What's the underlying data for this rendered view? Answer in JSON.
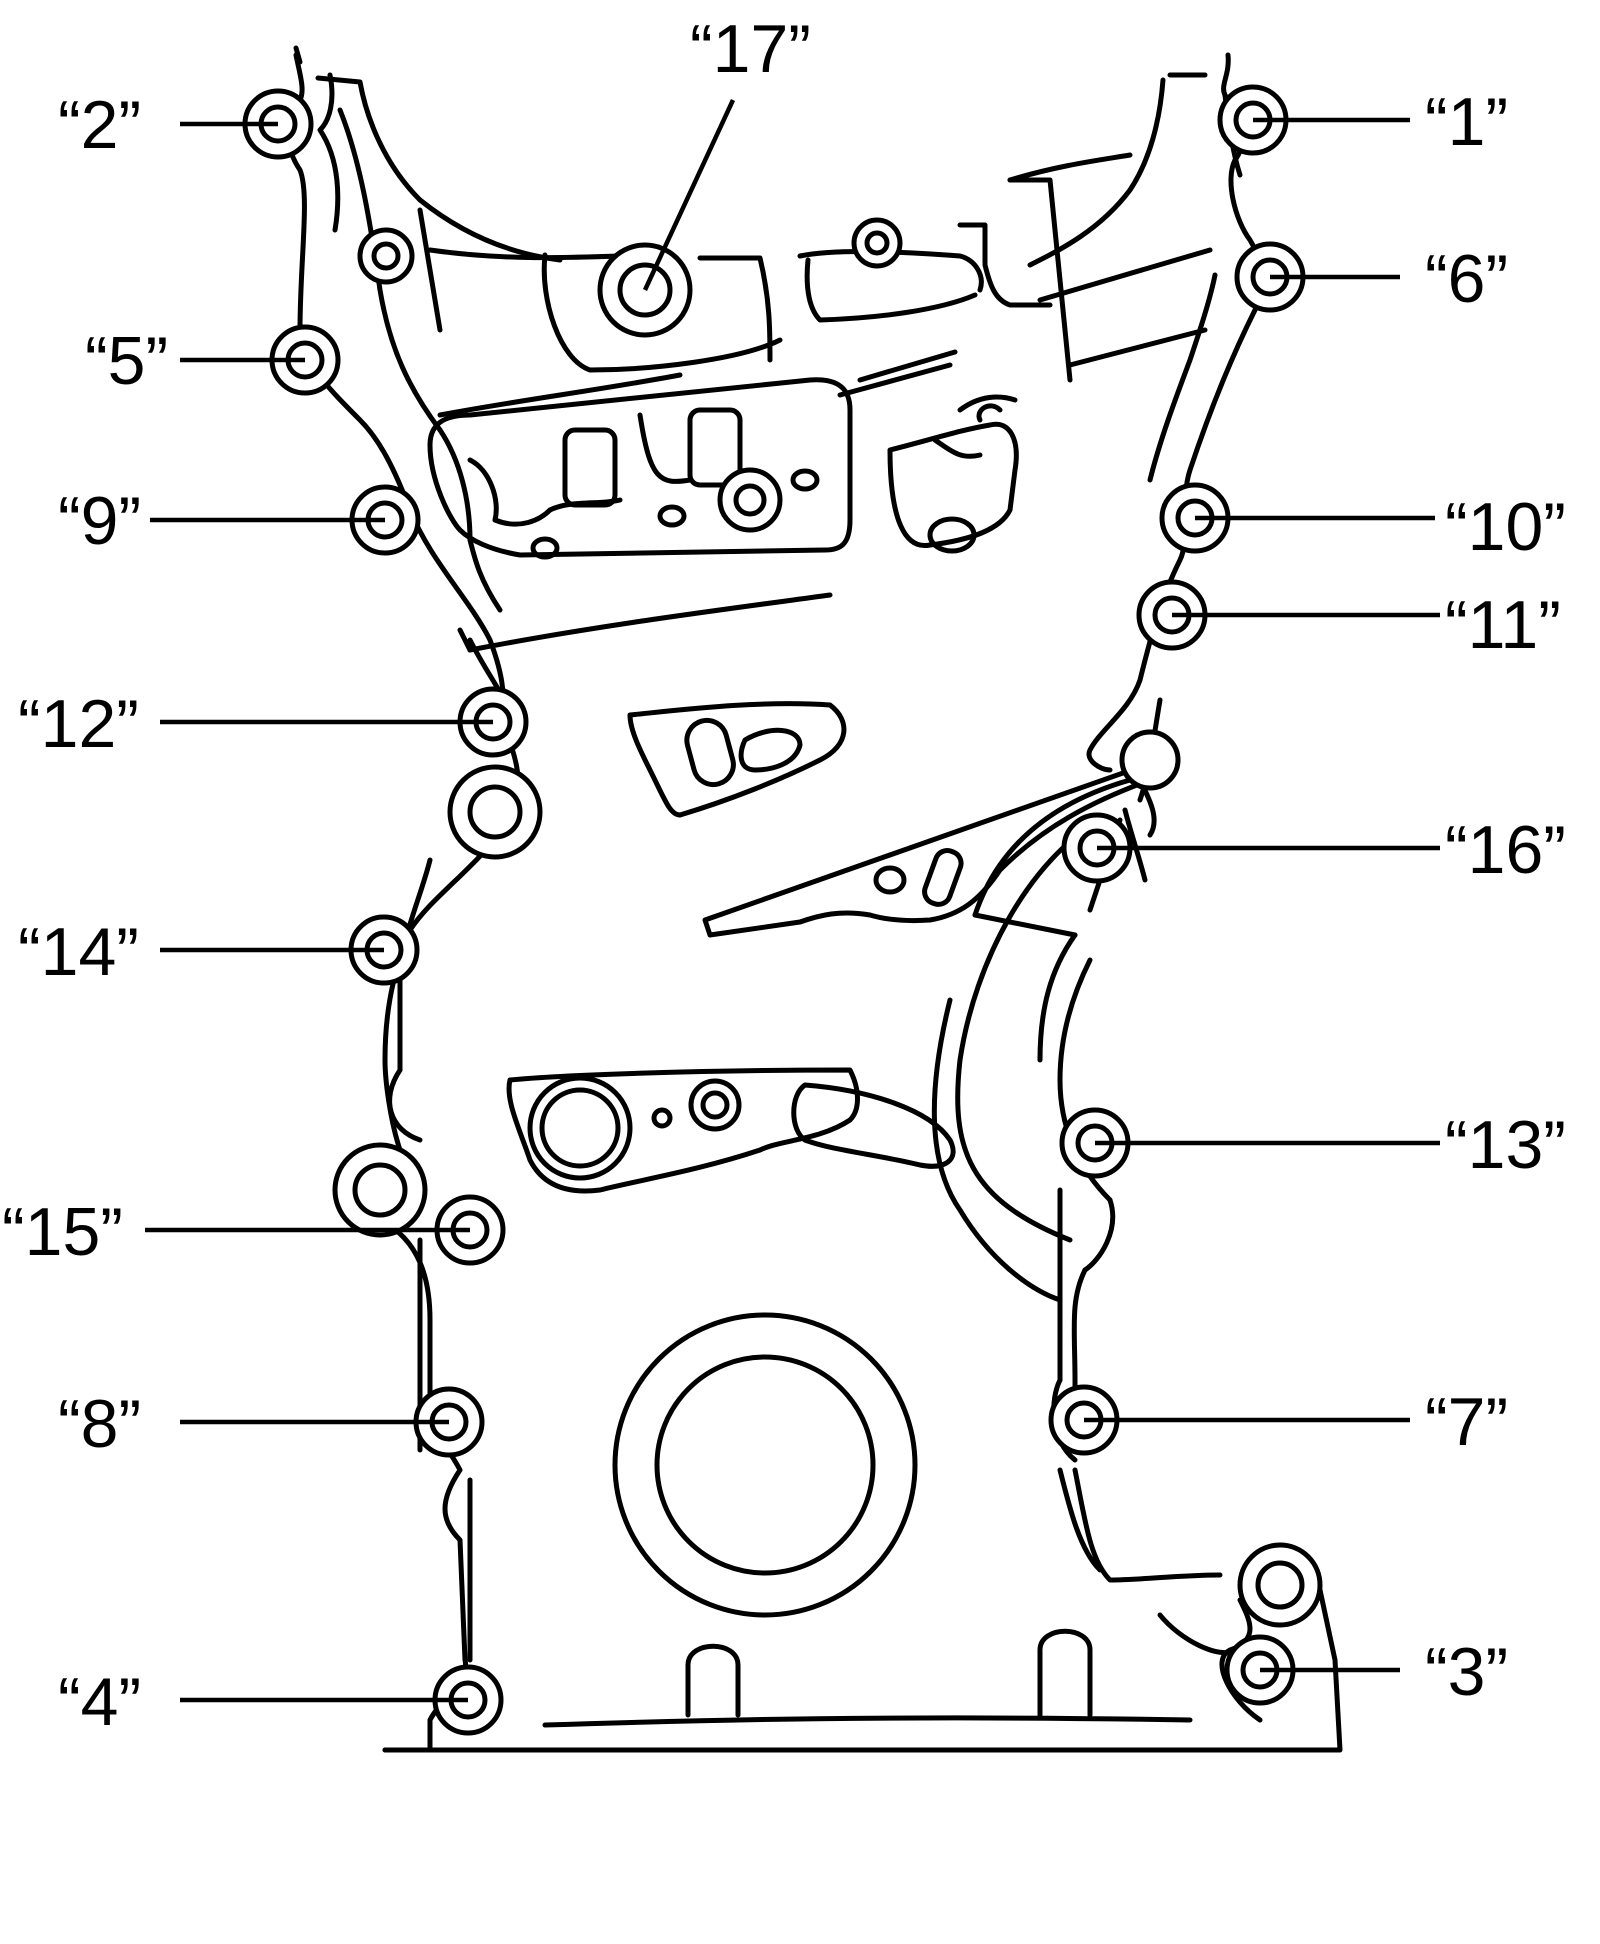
{
  "bolt_labels": [
    {
      "id": "1",
      "text": "“1”"
    },
    {
      "id": "2",
      "text": "“2”"
    },
    {
      "id": "3",
      "text": "“3”"
    },
    {
      "id": "4",
      "text": "“4”"
    },
    {
      "id": "5",
      "text": "“5”"
    },
    {
      "id": "6",
      "text": "“6”"
    },
    {
      "id": "7",
      "text": "“7”"
    },
    {
      "id": "8",
      "text": "“8”"
    },
    {
      "id": "9",
      "text": "“9”"
    },
    {
      "id": "10",
      "text": "“10”"
    },
    {
      "id": "11",
      "text": "“11”"
    },
    {
      "id": "12",
      "text": "“12”"
    },
    {
      "id": "13",
      "text": "“13”"
    },
    {
      "id": "14",
      "text": "“14”"
    },
    {
      "id": "15",
      "text": "“15”"
    },
    {
      "id": "16",
      "text": "“16”"
    },
    {
      "id": "17",
      "text": "“17”"
    }
  ],
  "colors": {
    "line": "#000000",
    "background": "#ffffff"
  }
}
